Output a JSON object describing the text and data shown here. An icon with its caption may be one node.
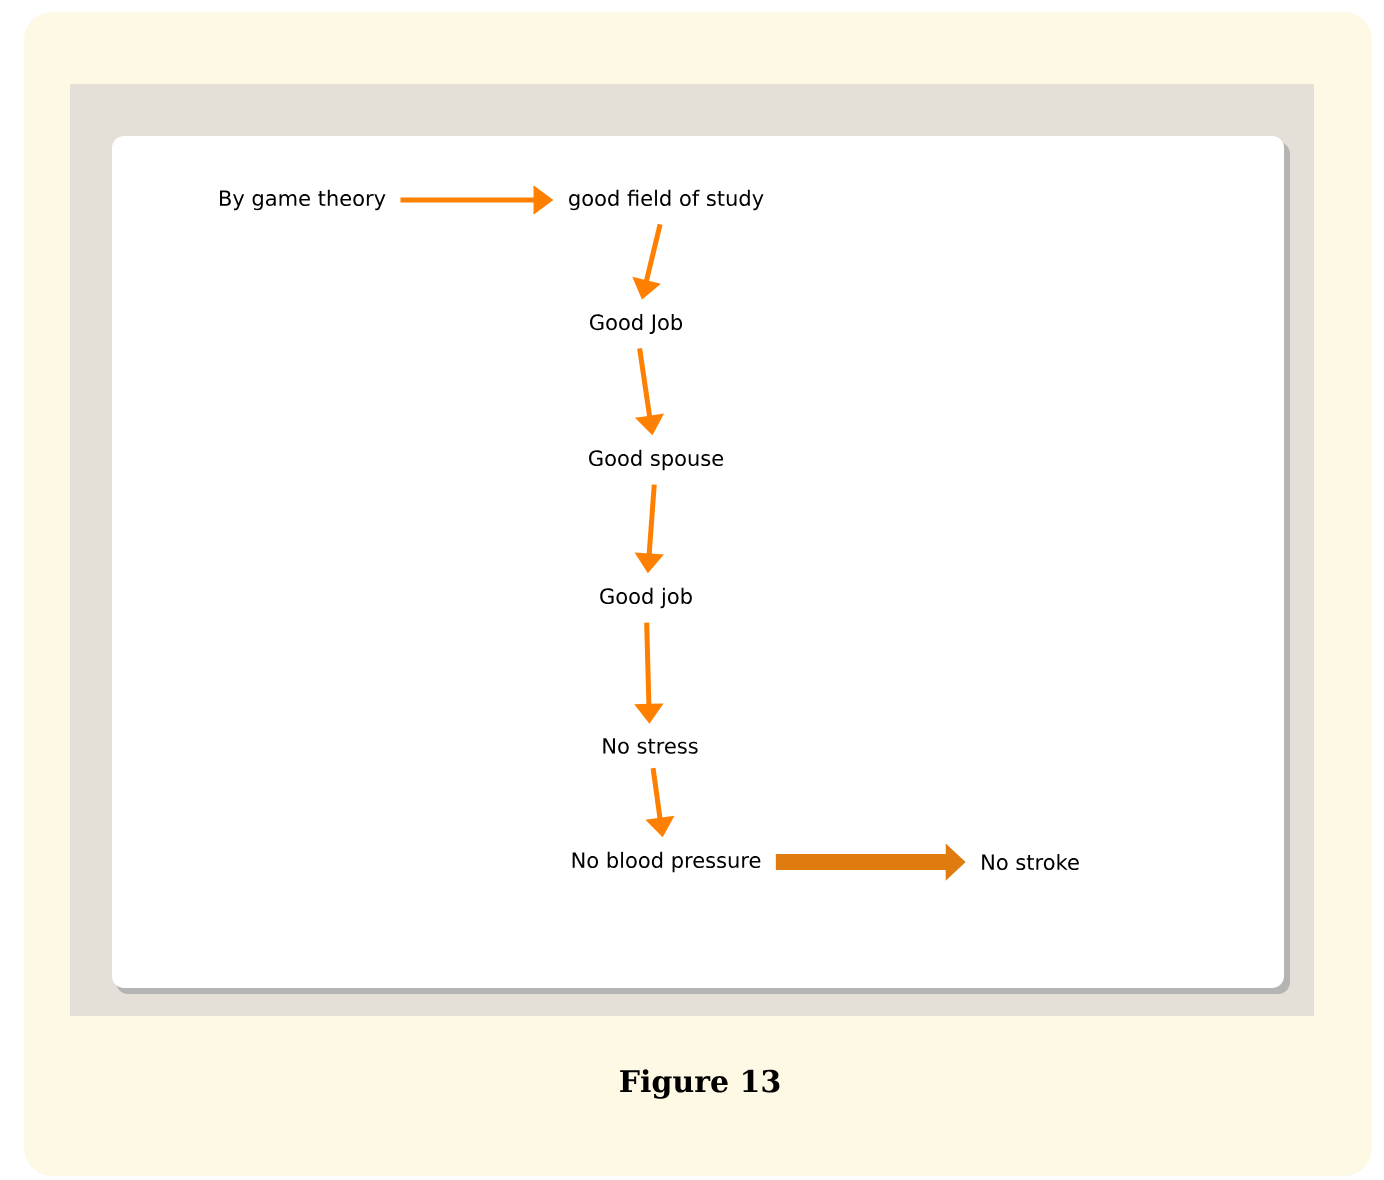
{
  "diagram": {
    "caption": "Figure 13",
    "nodes": [
      {
        "text": [
          "By game theory"
        ]
      },
      {
        "text": [
          "good field of study"
        ]
      },
      {
        "text": [
          "Good Job"
        ]
      },
      {
        "text": [
          "Good spouse"
        ]
      },
      {
        "text": [
          "Good job"
        ]
      },
      {
        "text": [
          "No stress"
        ]
      },
      {
        "text": [
          "No blood pressure"
        ]
      },
      {
        "text": [
          "No stroke"
        ]
      }
    ],
    "edges": [
      {
        "from": 0,
        "to": 1,
        "arrow": "to"
      },
      {
        "from": 1,
        "to": 2,
        "arrow": "to"
      },
      {
        "from": 2,
        "to": 3,
        "arrow": "to"
      },
      {
        "from": 3,
        "to": 4,
        "arrow": "to"
      },
      {
        "from": 4,
        "to": 5,
        "arrow": "to"
      },
      {
        "from": 5,
        "to": 6,
        "arrow": "to"
      },
      {
        "from": 6,
        "to": 7,
        "arrow": "to",
        "style": "thick",
        "color": "#e07b10"
      }
    ]
  }
}
